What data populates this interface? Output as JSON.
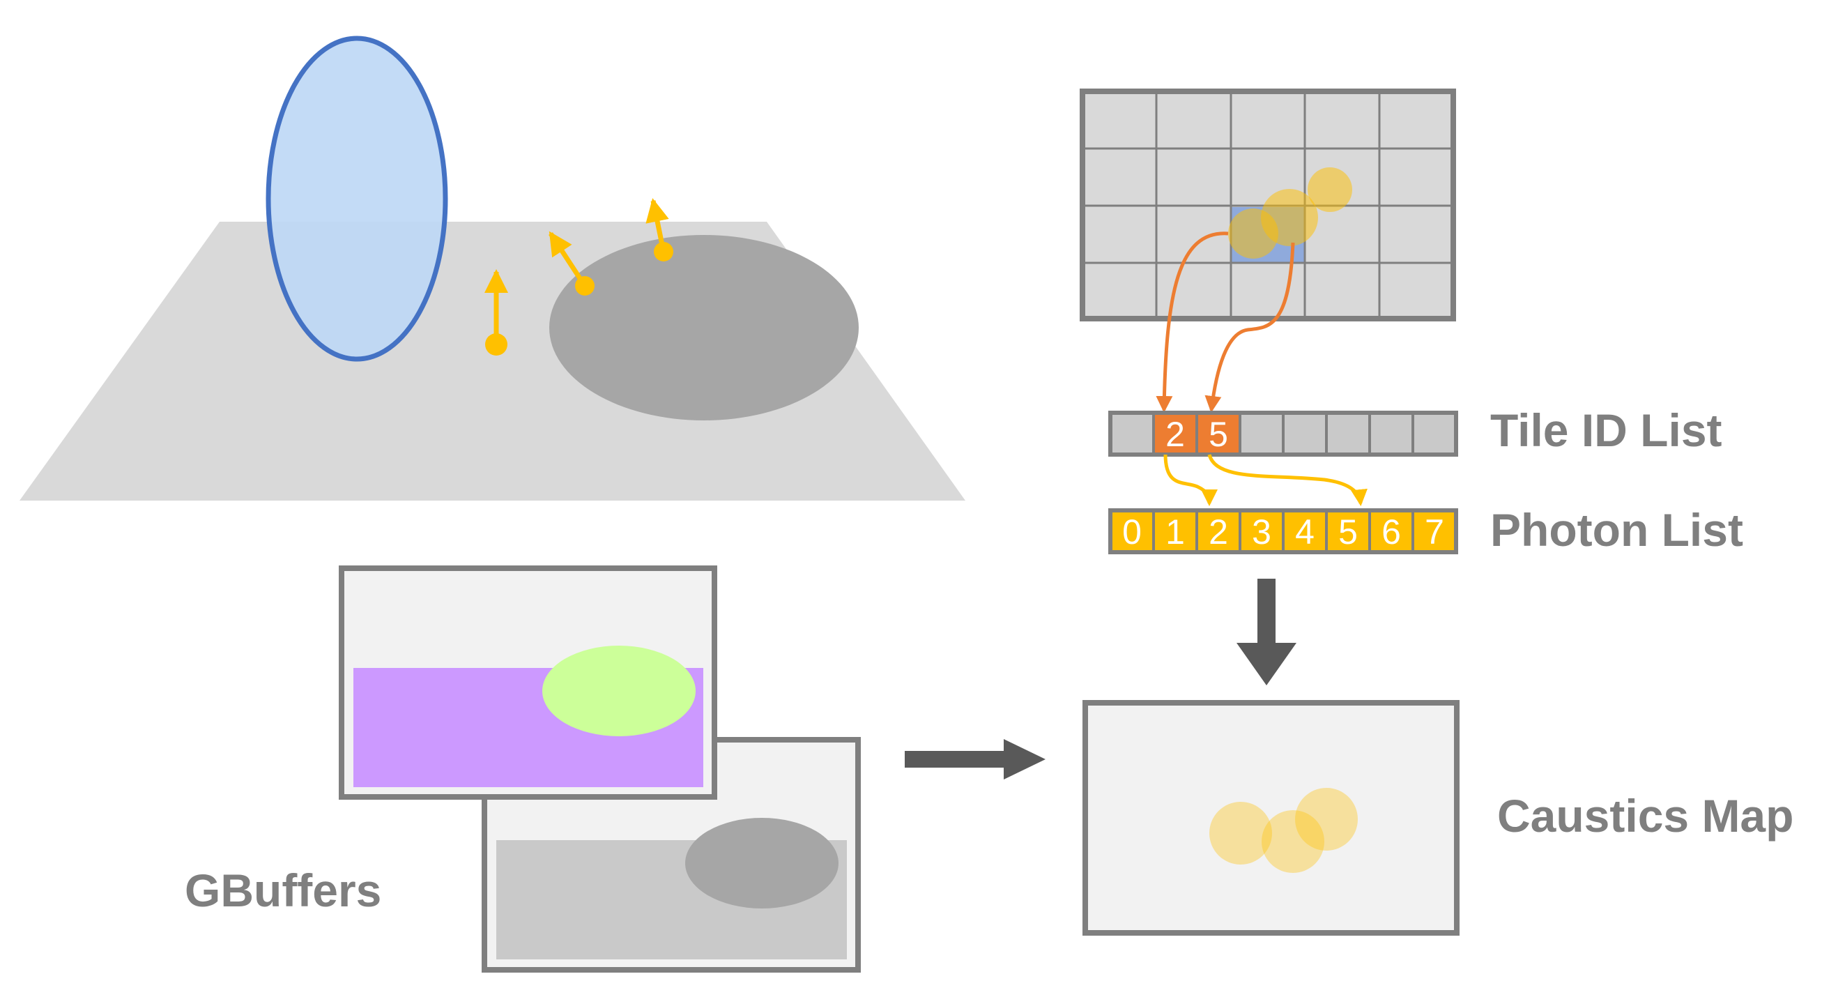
{
  "labels": {
    "tile_id_list": "Tile ID List",
    "photon_list": "Photon List",
    "caustics_map": "Caustics Map",
    "gbuffers": "GBuffers"
  },
  "tile_id_list": {
    "cells": [
      "",
      "2",
      "5",
      "",
      "",
      "",
      "",
      ""
    ],
    "highlighted": [
      1,
      2
    ]
  },
  "photon_list": {
    "cells": [
      "0",
      "1",
      "2",
      "3",
      "4",
      "5",
      "6",
      "7"
    ]
  },
  "colors": {
    "floor": "#d9d9d9",
    "occluder": "#a6a6a6",
    "lens_fill": "#bdd7f5",
    "lens_stroke": "#4472c4",
    "photon": "#ffc000",
    "tile_orange": "#ed7d31",
    "grid_cell": "#d9d9d9",
    "grid_border": "#7f7f7f",
    "gbuffer_purple": "#cc99ff",
    "gbuffer_green": "#ccff99",
    "arrow_dark": "#595959"
  }
}
